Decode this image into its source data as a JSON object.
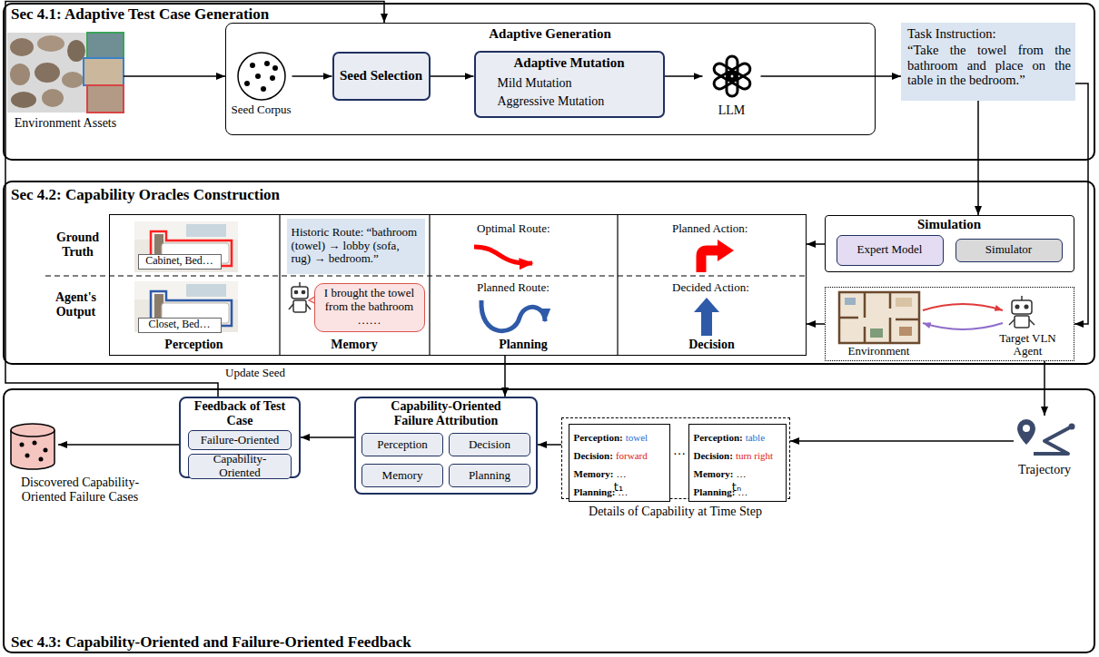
{
  "diagram": {
    "nodes": [
      {
        "text": [
          "Sec 4.1: Adaptive Test Case Generation"
        ]
      },
      {
        "text": [
          "Environment Assets"
        ],
        "in": 0
      },
      {
        "text": [
          "Adaptive Generation"
        ],
        "in": 0
      },
      {
        "text": [
          "Seed Corpus"
        ],
        "in": 2
      },
      {
        "text": [
          "Seed Selection"
        ],
        "in": 2
      },
      {
        "text": [
          "Adaptive Mutation",
          "Mild Mutation",
          "Aggressive Mutation"
        ],
        "in": 2
      },
      {
        "text": [
          "LLM"
        ],
        "in": 2
      },
      {
        "text": [
          "Task Instruction:",
          "“Take the towel from the bathroom and place on the table in the bedroom.”"
        ],
        "in": 0
      },
      {
        "text": [
          "Sec 4.2: Capability Oracles Construction"
        ]
      },
      {
        "text": [
          "Ground Truth",
          "Agent's Output",
          "Perception",
          "Memory",
          "Planning",
          "Decision"
        ],
        "in": 8
      },
      {
        "text": [
          "Cabinet, Bed…"
        ],
        "in": 9
      },
      {
        "text": [
          "Historic Route: “bathroom (towel) → lobby (sofa, rug) → bedroom.”"
        ],
        "in": 9
      },
      {
        "text": [
          "Closet, Bed…"
        ],
        "in": 9
      },
      {
        "text": [
          "I brought the towel from the bathroom ……"
        ],
        "in": 9
      },
      {
        "text": [
          "Simulation"
        ],
        "in": 8
      },
      {
        "text": [
          "Expert Model"
        ],
        "in": 14
      },
      {
        "text": [
          "Simulator"
        ],
        "in": 14
      },
      {
        "text": [
          "Environment",
          "Target VLN Agent"
        ],
        "in": 8
      },
      {
        "text": [
          "Sec 4.3: Capability-Oriented and Failure-Oriented Feedback"
        ]
      },
      {
        "text": [
          "Discovered Capability-Oriented Failure Cases"
        ],
        "in": 18
      },
      {
        "text": [
          "Feedback of Test Case"
        ],
        "in": 18
      },
      {
        "text": [
          "Failure-Oriented"
        ],
        "in": 20
      },
      {
        "text": [
          "Capability-Oriented"
        ],
        "in": 20
      },
      {
        "text": [
          "Capability-Oriented Failure Attribution"
        ],
        "in": 18
      },
      {
        "text": [
          "Perception"
        ],
        "in": 23
      },
      {
        "text": [
          "Decision"
        ],
        "in": 23
      },
      {
        "text": [
          "Memory"
        ],
        "in": 23
      },
      {
        "text": [
          "Planning"
        ],
        "in": 23
      },
      {
        "text": [
          "Details of Capability at Time Step"
        ],
        "in": 18
      },
      {
        "text": [
          "Perception:",
          "towel",
          "Decision:",
          "forward",
          "Memory:",
          "…",
          "Planning:",
          "…",
          "t₁"
        ],
        "in": 28
      },
      {
        "text": [
          "Perception:",
          "table",
          "Decision:",
          "turn right",
          "Memory:",
          "…",
          "Planning:",
          "…",
          "tₙ"
        ],
        "in": 28
      },
      {
        "text": [
          "Trajectory"
        ],
        "in": 18
      }
    ],
    "edges": [
      {
        "from": 1,
        "to": 2,
        "arrow": "to"
      },
      {
        "from": 3,
        "to": 4,
        "arrow": "to"
      },
      {
        "from": 4,
        "to": 5,
        "arrow": "to"
      },
      {
        "from": 5,
        "to": 6,
        "arrow": "to"
      },
      {
        "from": 6,
        "to": 7,
        "arrow": "to"
      },
      {
        "from": 7,
        "to": 14,
        "arrow": "to"
      },
      {
        "from": 7,
        "to": 17,
        "arrow": "to"
      },
      {
        "from": 14,
        "to": 9,
        "arrow": "to"
      },
      {
        "from": 17,
        "to": 9,
        "arrow": "to"
      },
      {
        "from": 9,
        "to": 23,
        "arrow": "to"
      },
      {
        "from": 17,
        "to": 31,
        "arrow": "to"
      },
      {
        "from": 31,
        "to": 28,
        "arrow": "to"
      },
      {
        "from": 28,
        "to": 23,
        "arrow": "to"
      },
      {
        "from": 23,
        "to": 20,
        "arrow": "to"
      },
      {
        "from": 20,
        "to": 19,
        "arrow": "to"
      },
      {
        "from": 20,
        "to": 2,
        "label": "Update Seed",
        "arrow": "to"
      }
    ],
    "labels": [
      "Optimal Route:",
      "Planned Route:",
      "Planned Action:",
      "Decided Action:",
      "…"
    ]
  }
}
